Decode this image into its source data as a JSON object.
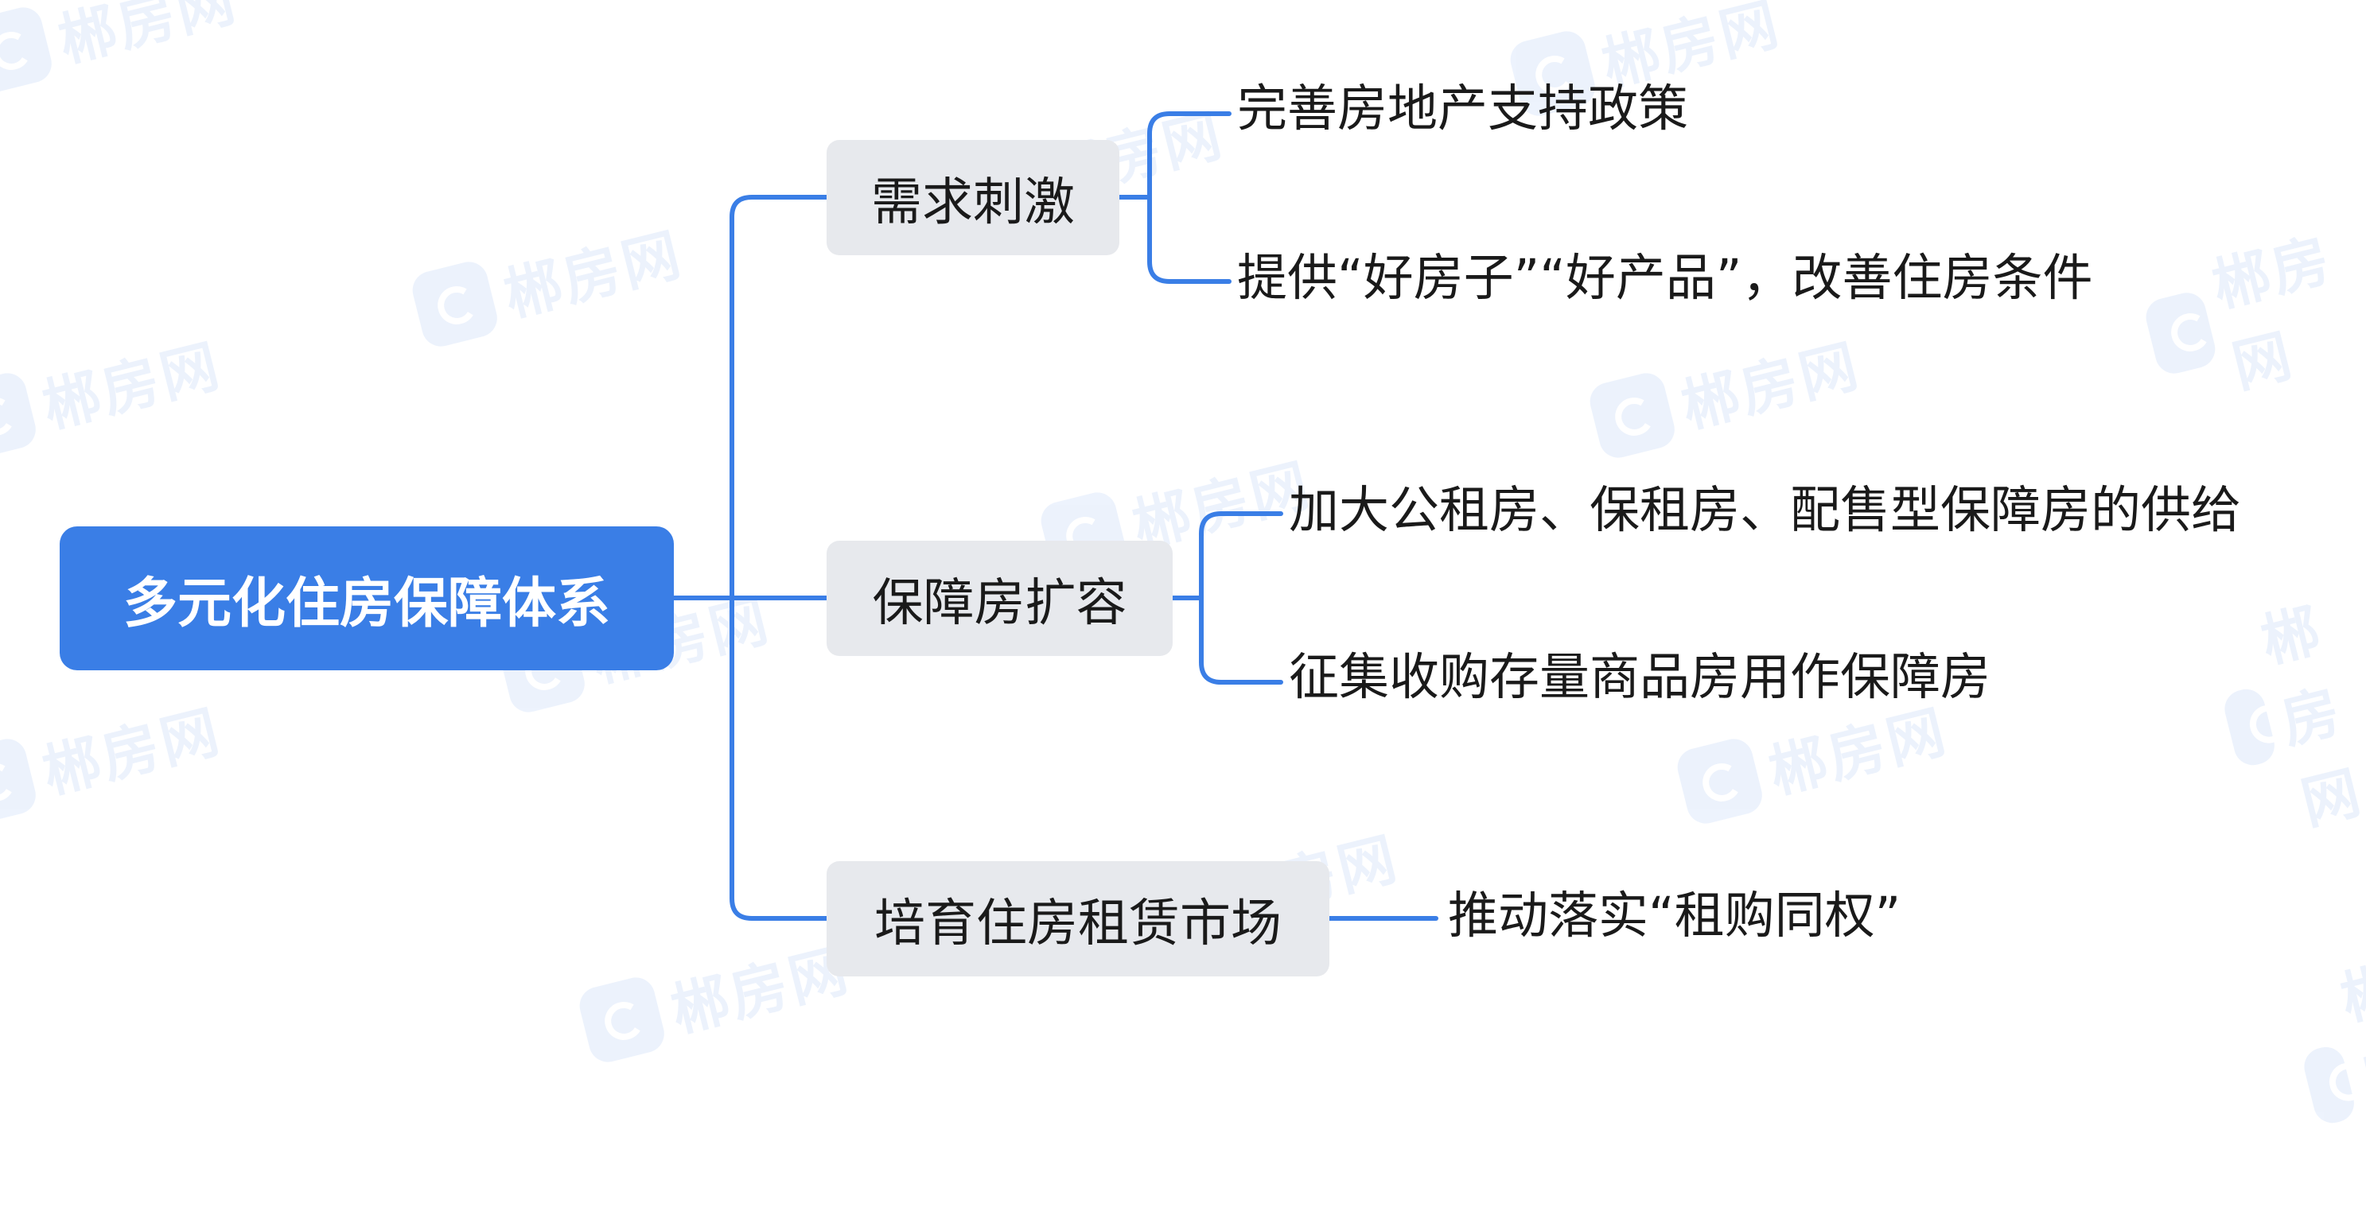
{
  "root": {
    "label": "多元化住房保障体系"
  },
  "branches": [
    {
      "label": "需求刺激",
      "leaves": [
        "完善房地产支持政策",
        "提供“好房子”“好产品”，改善住房条件"
      ]
    },
    {
      "label": "保障房扩容",
      "leaves": [
        "加大公租房、保租房、配售型保障房的供给",
        "征集收购存量商品房用作保障房"
      ]
    },
    {
      "label": "培育住房租赁市场",
      "leaves": [
        "推动落实“租购同权”"
      ]
    }
  ],
  "watermark": {
    "text": "郴房网"
  },
  "colors": {
    "root_fill": "#3a7ee6",
    "branch_fill": "#e7e9ed",
    "connector": "#3a7ee6",
    "text": "#1a1a1a"
  }
}
